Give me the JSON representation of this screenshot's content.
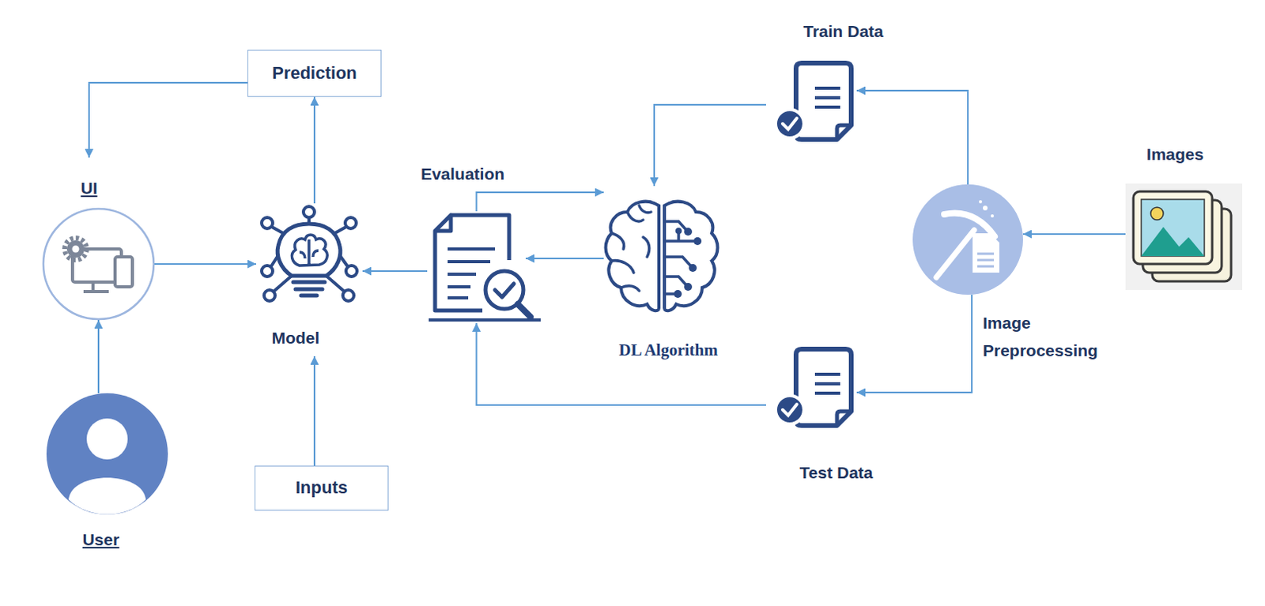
{
  "diagram": {
    "nodes": [
      {
        "text": [
          "Prediction"
        ]
      },
      {
        "text": [
          "UI"
        ]
      },
      {
        "text": [
          "Model"
        ]
      },
      {
        "text": [
          "Evaluation"
        ]
      },
      {
        "text": [
          "DL Algorithm"
        ]
      },
      {
        "text": [
          "Train Data"
        ]
      },
      {
        "text": [
          "Images"
        ]
      },
      {
        "text": [
          "Image Preprocessing"
        ]
      },
      {
        "text": [
          "Test Data"
        ]
      },
      {
        "text": [
          "Inputs"
        ]
      },
      {
        "text": [
          "User"
        ]
      }
    ],
    "edges": [
      {
        "from": 0,
        "to": 1,
        "arrow": "to"
      },
      {
        "from": 1,
        "to": 2,
        "arrow": "to"
      },
      {
        "from": 10,
        "to": 1,
        "arrow": "to"
      },
      {
        "from": 2,
        "to": 0,
        "arrow": "to"
      },
      {
        "from": 9,
        "to": 2,
        "arrow": "to"
      },
      {
        "from": 3,
        "to": 2,
        "arrow": "to"
      },
      {
        "from": 4,
        "to": 3,
        "arrow": "to"
      },
      {
        "from": 3,
        "to": 4,
        "arrow": "to"
      },
      {
        "from": 5,
        "to": 4,
        "arrow": "to"
      },
      {
        "from": 8,
        "to": 3,
        "arrow": "to"
      },
      {
        "from": 7,
        "to": 5,
        "arrow": "to"
      },
      {
        "from": 7,
        "to": 8,
        "arrow": "to"
      },
      {
        "from": 6,
        "to": 7,
        "arrow": "to"
      }
    ]
  }
}
